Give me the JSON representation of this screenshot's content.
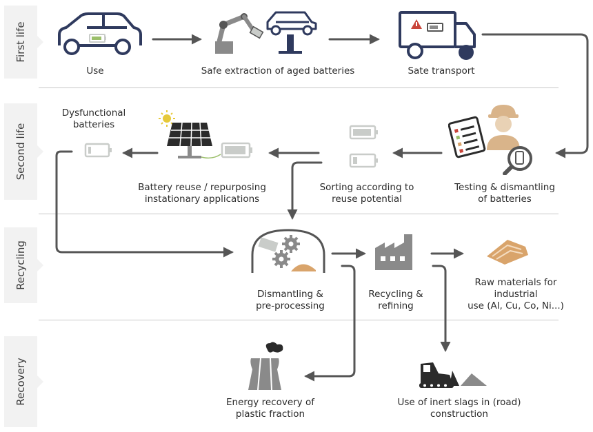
{
  "stages": {
    "first_life": "First life",
    "second_life": "Second life",
    "recycling": "Recycling",
    "recovery": "Recovery"
  },
  "steps": {
    "use": "Use",
    "safe_extraction": "Safe extraction of aged batteries",
    "safe_transport": "Sate transport",
    "dysfunctional_line1": "Dysfunctional",
    "dysfunctional_line2": "batteries",
    "battery_reuse_line1": "Battery reuse / repurposing",
    "battery_reuse_line2": "instationary applications",
    "sorting_line1": "Sorting according to",
    "sorting_line2": "reuse potential",
    "testing_line1": "Testing & dismantling",
    "testing_line2": "of batteries",
    "dismantling_line1": "Dismantling &",
    "dismantling_line2": "pre-processing",
    "recycling_line1": "Recycling &",
    "recycling_line2": "refining",
    "raw_line1": "Raw materials for",
    "raw_line2": "industrial",
    "raw_line3": "use (Al, Cu, Co, Ni...)",
    "energy_line1": "Energy recovery of",
    "energy_line2": "plastic fraction",
    "slags_line1": "Use of inert slags in (road)",
    "slags_line2": "construction"
  },
  "colors": {
    "navy": "#2f3a5e",
    "dark_grey": "#555555",
    "mid_grey": "#8a8a8a",
    "light_grey": "#c9ccc9",
    "green": "#9bbf6a",
    "tan": "#d9a46b",
    "red_warning": "#c9453a",
    "tab_bg": "#f2f2f2"
  },
  "icons": {
    "use": "car-icon",
    "safe_extraction": "robot-arm-lift-icon",
    "safe_transport": "truck-warning-icon",
    "dysfunctional": "empty-battery-icon",
    "battery_reuse": "solar-panel-battery-icon",
    "sorting": "battery-pair-icon",
    "testing": "checklist-worker-magnifier-icon",
    "dismantling": "gears-dome-icon",
    "recycling": "factory-icon",
    "raw_materials": "material-pile-icon",
    "energy_recovery": "cooling-tower-icon",
    "slags": "bulldozer-icon"
  }
}
